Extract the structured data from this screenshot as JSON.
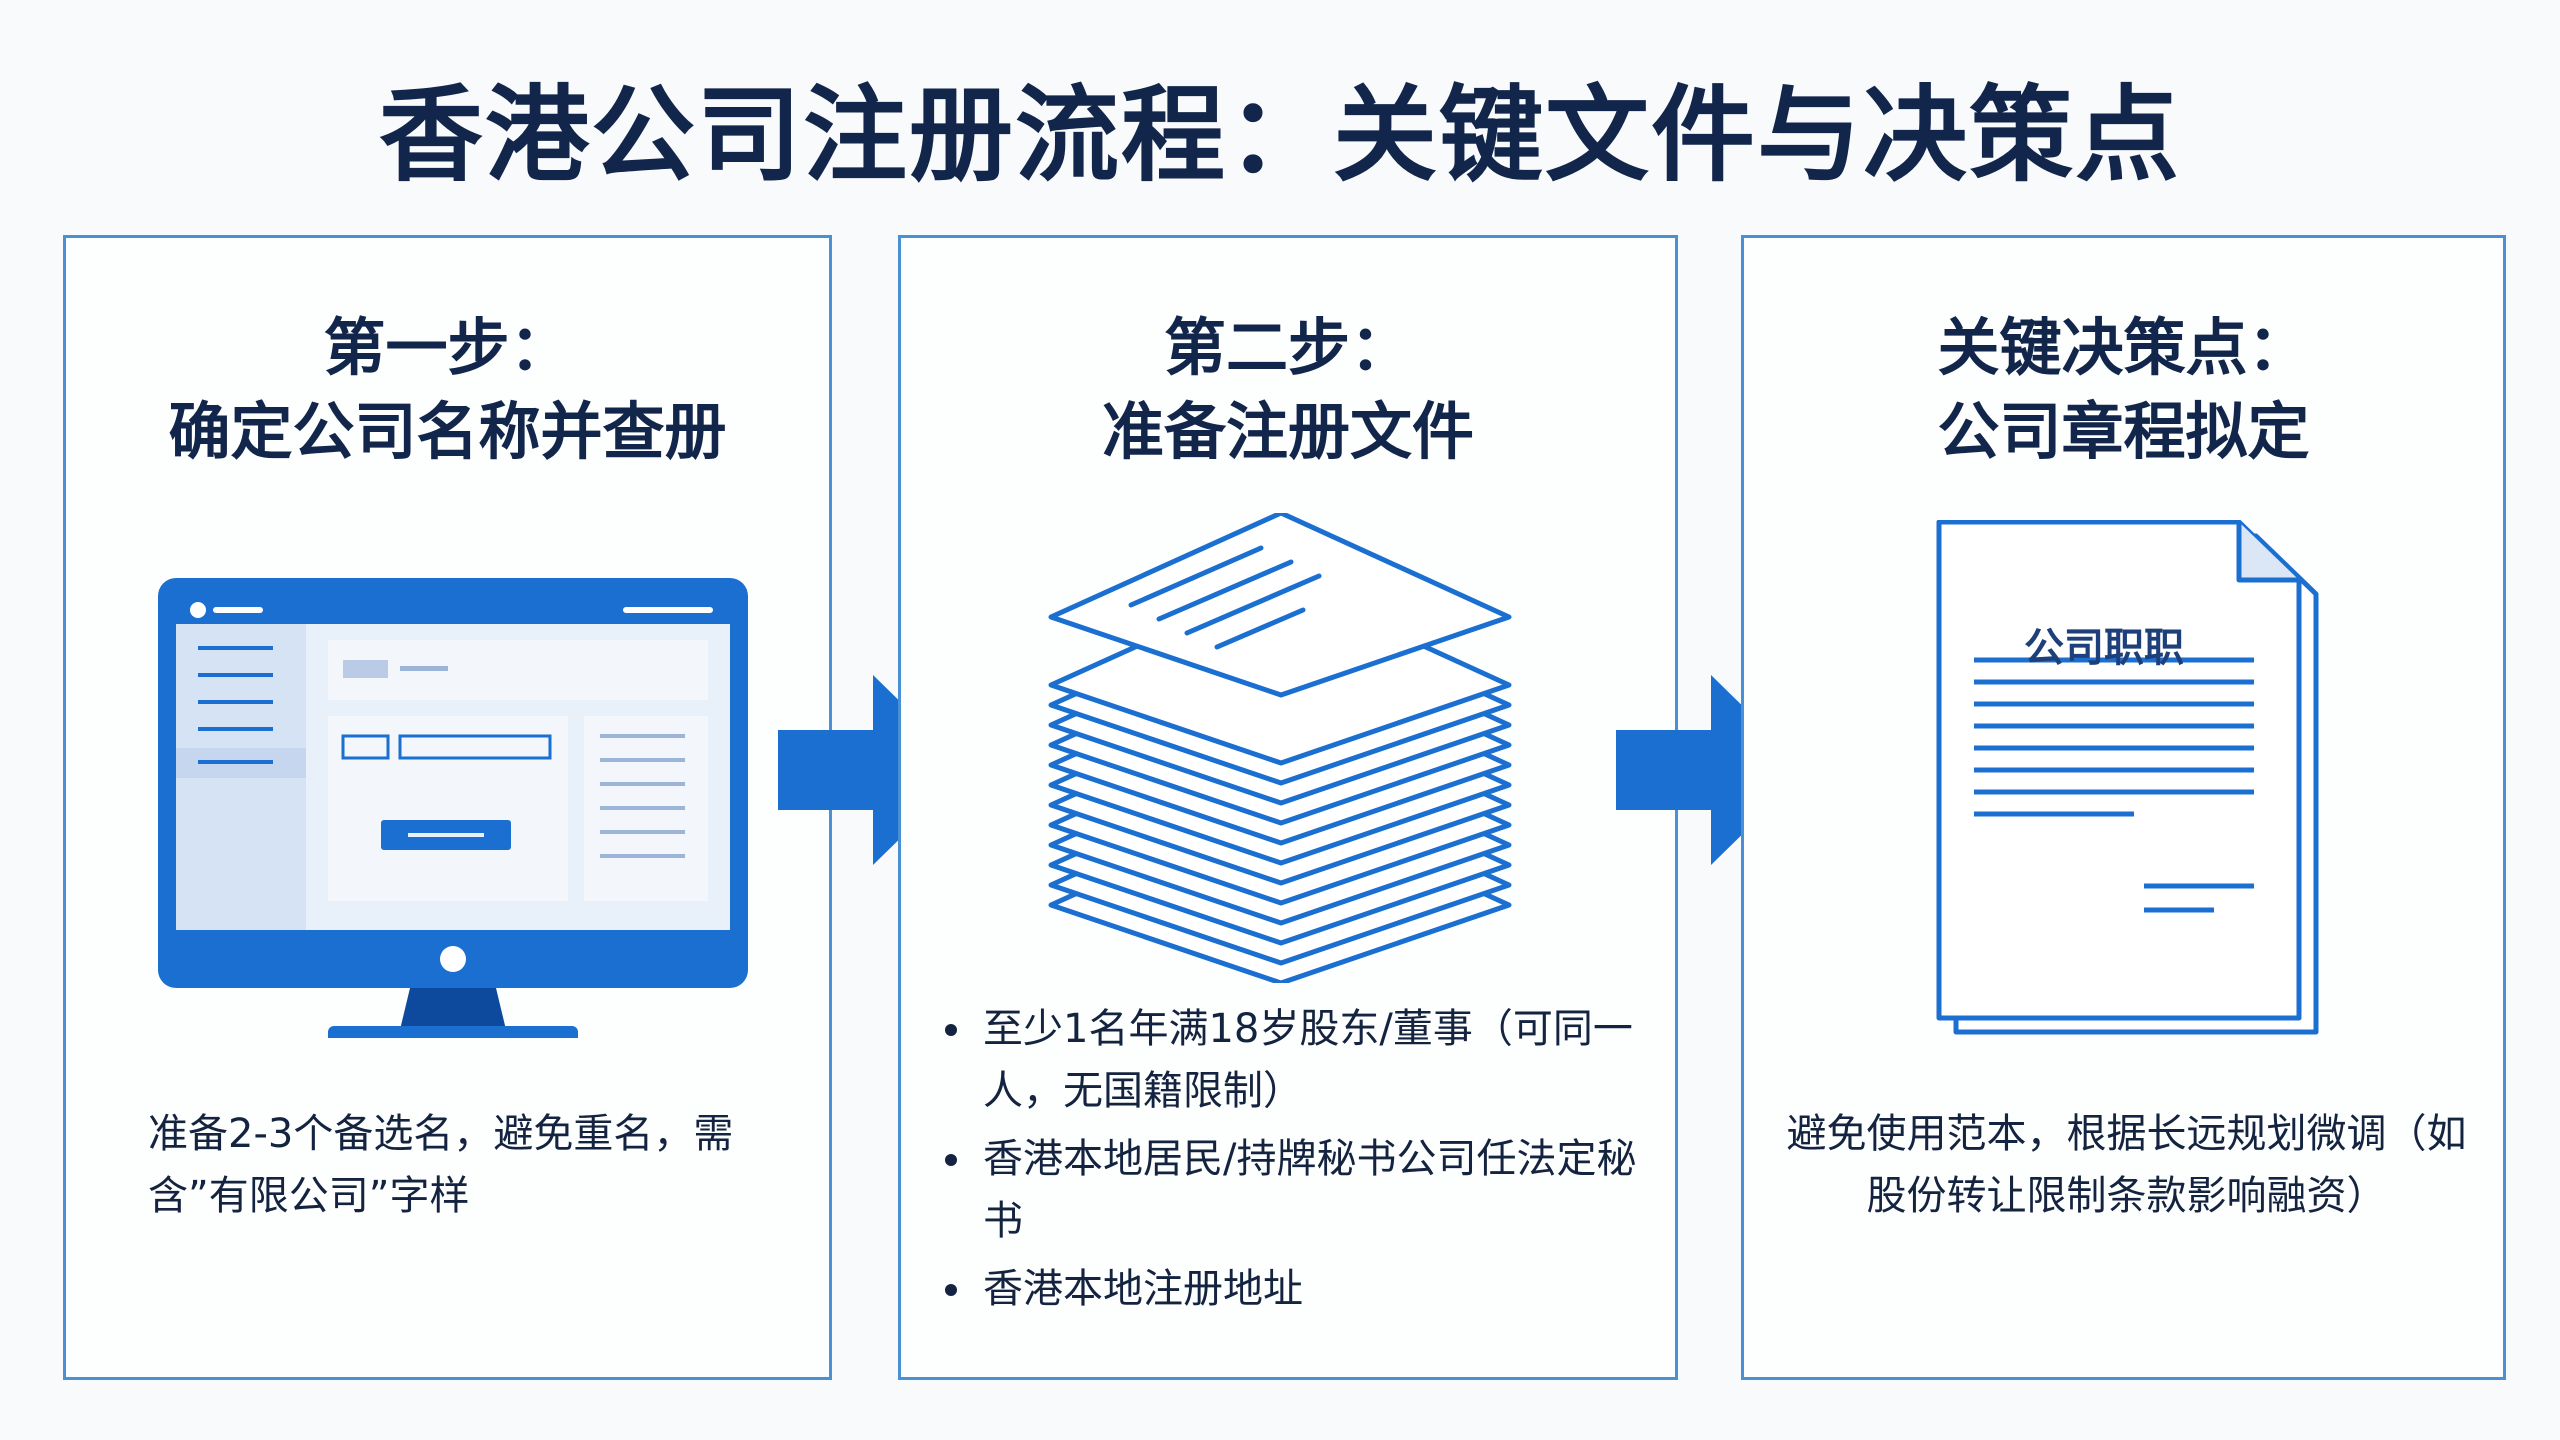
{
  "title": "香港公司注册流程：关键文件与决策点",
  "panels": [
    {
      "title_line1": "第一步：",
      "title_line2": "确定公司名称并查册",
      "illustration": "monitor-icon",
      "desc": "准备2-3个备选名，避免重名，需含”有限公司”字样"
    },
    {
      "title_line1": "第二步：",
      "title_line2": "准备注册文件",
      "illustration": "document-stack-icon",
      "bullets": [
        "至少1名年满18岁股东/董事（可同一人，无国籍限制）",
        "香港本地居民/持牌秘书公司任法定秘书",
        "香港本地注册地址"
      ]
    },
    {
      "title_line1": "关键决策点：",
      "title_line2": "公司章程拟定",
      "illustration": "document-icon",
      "doc_header": "公司职职",
      "desc": "避免使用范本，根据长远规划微调（如股份转让限制条款影响融资）"
    }
  ],
  "arrows": [
    "arrow-right-icon",
    "arrow-right-icon"
  ],
  "colors": {
    "primary_blue": "#1a6fd1",
    "dark_blue": "#0d4a9e",
    "title_navy": "#12254a",
    "panel_border": "#4a90d4",
    "screen_light": "#e6eef8"
  }
}
